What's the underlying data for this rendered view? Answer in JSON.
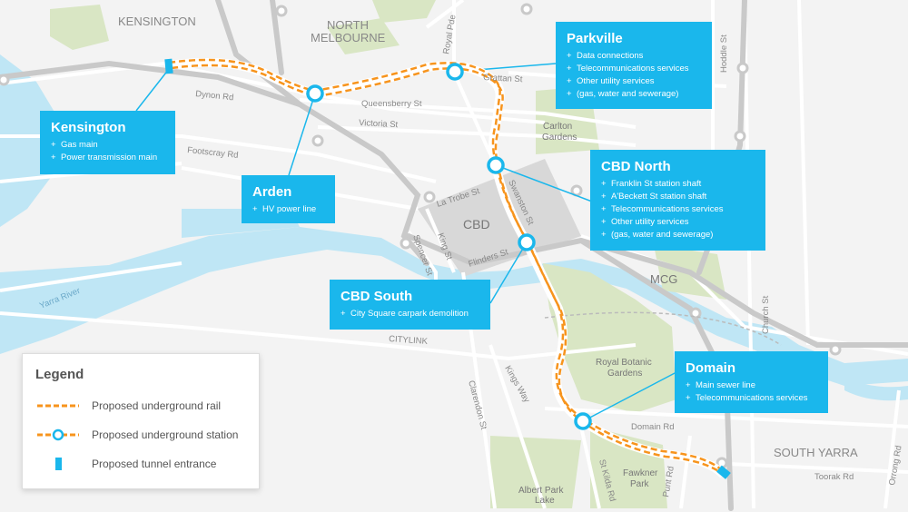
{
  "map": {
    "suburbs": {
      "kensington": "KENSINGTON",
      "north_melbourne_1": "NORTH",
      "north_melbourne_2": "MELBOURNE",
      "cbd": "CBD",
      "south_yarra": "SOUTH YARRA",
      "mcg": "MCG"
    },
    "parks": {
      "carlton_1": "Carlton",
      "carlton_2": "Gardens",
      "botanic_1": "Royal Botanic",
      "botanic_2": "Gardens",
      "fawkner_1": "Fawkner",
      "fawkner_2": "Park",
      "albert_1": "Albert Park",
      "albert_2": "Lake"
    },
    "streets": {
      "dynon": "Dynon Rd",
      "queensberry": "Queensberry St",
      "victoria": "Victoria St",
      "footscray": "Footscray Rd",
      "royal_pde": "Royal Pde",
      "grattan": "Grattan St",
      "hoddle": "Hoddle St",
      "la_trobe": "La Trobe St",
      "swanston": "Swanston St",
      "spencer": "Spencer St",
      "king": "King St",
      "flinders": "Flinders St",
      "church": "Church St",
      "citylink": "CITYLINK",
      "clarendon": "Clarendon St",
      "kings_way": "Kings Way",
      "domain_rd": "Domain Rd",
      "st_kilda": "St Kilda Rd",
      "punt": "Punt Rd",
      "toorak": "Toorak Rd",
      "orrong": "Orrong Rd",
      "yarra": "Yarra River"
    }
  },
  "callouts": {
    "kensington": {
      "title": "Kensington",
      "items": [
        "Gas main",
        "Power transmission main"
      ]
    },
    "arden": {
      "title": "Arden",
      "items": [
        "HV power line"
      ]
    },
    "parkville": {
      "title": "Parkville",
      "items": [
        "Data connections",
        "Telecommunications services",
        "Other utility services",
        "(gas, water and sewerage)"
      ]
    },
    "cbd_north": {
      "title": "CBD North",
      "items": [
        "Franklin St station shaft",
        "A'Beckett St station shaft",
        "Telecommunications services",
        "Other utility services",
        "(gas, water and sewerage)"
      ]
    },
    "cbd_south": {
      "title": "CBD South",
      "items": [
        "City Square carpark demolition"
      ]
    },
    "domain": {
      "title": "Domain",
      "items": [
        "Main sewer line",
        "Telecommunications services"
      ]
    }
  },
  "legend": {
    "title": "Legend",
    "rail": "Proposed underground rail",
    "station": "Proposed underground station",
    "tunnel": "Proposed tunnel entrance"
  },
  "colors": {
    "rail": "#f7941d",
    "station": "#1ab7ec",
    "callout": "#1ab7ec",
    "water": "#bfe6f5",
    "park": "#d9e6c4"
  }
}
